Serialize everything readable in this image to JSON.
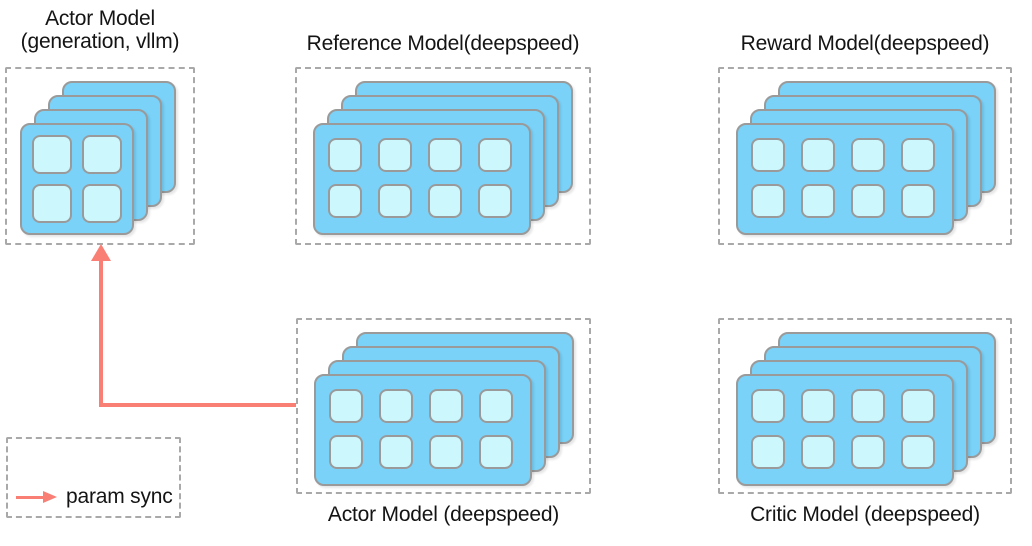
{
  "diagram": {
    "groups": [
      {
        "id": "actor-generation",
        "label_line1": "Actor Model",
        "label_line2": "(generation, vllm)",
        "label_position": "top",
        "gpu_grid": {
          "rows": 2,
          "cols": 2
        },
        "stack_layers": 4
      },
      {
        "id": "reference-model",
        "label": "Reference Model(deepspeed)",
        "label_position": "top",
        "gpu_grid": {
          "rows": 2,
          "cols": 4
        },
        "stack_layers": 4
      },
      {
        "id": "reward-model",
        "label": "Reward Model(deepspeed)",
        "label_position": "top",
        "gpu_grid": {
          "rows": 2,
          "cols": 4
        },
        "stack_layers": 4
      },
      {
        "id": "actor-model-deepspeed",
        "label": "Actor Model (deepspeed)",
        "label_position": "bottom",
        "gpu_grid": {
          "rows": 2,
          "cols": 4
        },
        "stack_layers": 4
      },
      {
        "id": "critic-model",
        "label": "Critic Model (deepspeed)",
        "label_position": "bottom",
        "gpu_grid": {
          "rows": 2,
          "cols": 4
        },
        "stack_layers": 4
      }
    ],
    "param_sync_arrow": {
      "from": "actor-model-deepspeed",
      "to": "actor-generation",
      "shape": "elbow-left-then-up"
    },
    "legend": {
      "arrow_label": "param sync"
    },
    "colors": {
      "card_fill": "#7ad2f8",
      "cell_fill": "#ccf7fd",
      "card_border": "#9a9a9a",
      "dashed_border": "#a9a9a9",
      "arrow": "#f97f75",
      "text": "#141414"
    }
  }
}
